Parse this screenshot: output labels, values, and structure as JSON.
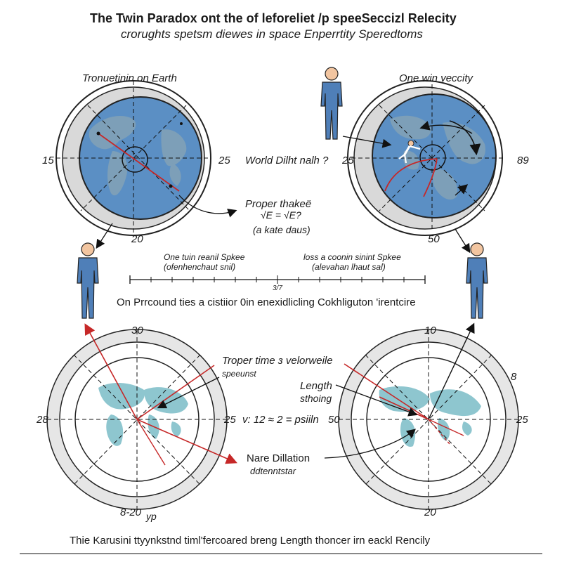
{
  "title": "The Twin Paradox ont the of leforeliet /p speeSeccizl Relecity",
  "subtitle": "crorughts spetsm diewes in space Enperrtity Speredtoms",
  "top_left": {
    "label": "Tronuetinin on Earth",
    "tick_left": "15",
    "tick_right": "25",
    "tick_bottom": "20"
  },
  "top_right": {
    "label": "One win veccity",
    "tick_left": "25",
    "tick_right": "89",
    "tick_bottom": "50"
  },
  "center": {
    "world_label": "World Dilht nalh ?",
    "proper_label": "Proper thakeë",
    "formula": "√E = √E?",
    "note": "(a kate daus)"
  },
  "timeline": {
    "left_title": "One tuin reanil Spkee",
    "left_sub": "(ofenhenchaut snil)",
    "right_title": "loss a coonin sinint Spkee",
    "right_sub": "(alevahan lhaut sal)",
    "center_value": "3/7"
  },
  "middle_caption": "On Prrcound ties a cistiior 0in enexidlicling Cokhliguton 'irentcire",
  "bottom_left": {
    "tick_top": "30",
    "tick_left": "28",
    "tick_right": "25",
    "tick_bottom": "8-20",
    "tick_bottom_unit": "yp"
  },
  "bottom_right": {
    "tick_top": "10",
    "tick_right_upper": "8",
    "tick_left": "50",
    "tick_right": "25",
    "tick_bottom": "20"
  },
  "annotations": {
    "proper_time": "Troper time з velorweile",
    "proper_time_sub": "speeunst",
    "length": "Length",
    "length_sub": "sthoing",
    "velocity": "v: 12 ≈ 2 = psiiln",
    "dilation": "Nare Dillation",
    "dilation_sub": "ddtenntstar"
  },
  "footer": "Thie Karusini ttyynkstnd timl'fercoared breng Length thoncer irn eackl Rencily",
  "colors": {
    "globe_blue": "#5b8fc4",
    "land_green": "#7d9fb8",
    "land_light": "#8ec6cf",
    "ring_gray": "#e6e6e6",
    "red_line": "#c62828",
    "person_blue": "#4f7fb8",
    "skin": "#f2c5a0"
  }
}
